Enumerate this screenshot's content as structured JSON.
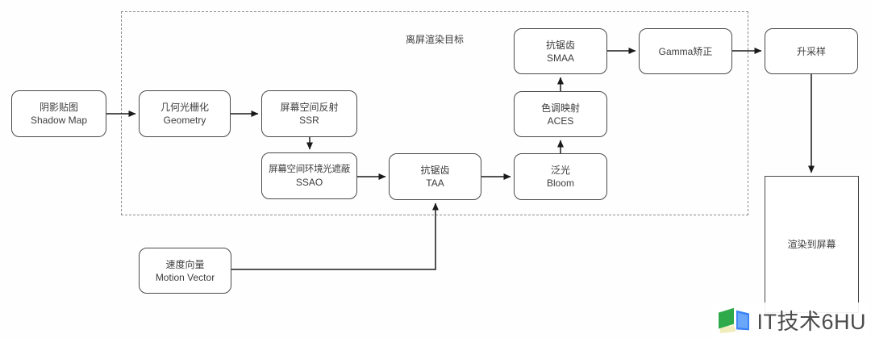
{
  "diagram": {
    "offscreen_group_label": "离屏渲染目标",
    "nodes": [
      {
        "id": "shadow-map",
        "zh": "阴影贴图",
        "en": "Shadow Map"
      },
      {
        "id": "geometry",
        "zh": "几何光栅化",
        "en": "Geometry"
      },
      {
        "id": "ssr",
        "zh": "屏幕空间反射",
        "en": "SSR"
      },
      {
        "id": "ssao",
        "zh": "屏幕空间环境光遮蔽",
        "en": "SSAO"
      },
      {
        "id": "taa",
        "zh": "抗锯齿",
        "en": "TAA"
      },
      {
        "id": "bloom",
        "zh": "泛光",
        "en": "Bloom"
      },
      {
        "id": "aces",
        "zh": "色调映射",
        "en": "ACES"
      },
      {
        "id": "smaa",
        "zh": "抗锯齿",
        "en": "SMAA"
      },
      {
        "id": "gamma-correction",
        "zh": "Gamma矫正"
      },
      {
        "id": "upsample",
        "zh": "升采样"
      },
      {
        "id": "render-to-screen",
        "zh": "渲染到屏幕"
      },
      {
        "id": "motion-vector",
        "zh": "速度向量",
        "en": "Motion Vector"
      }
    ],
    "edges": [
      {
        "from": "shadow-map",
        "to": "geometry"
      },
      {
        "from": "geometry",
        "to": "ssr"
      },
      {
        "from": "ssr",
        "to": "ssao"
      },
      {
        "from": "ssao",
        "to": "taa"
      },
      {
        "from": "taa",
        "to": "bloom"
      },
      {
        "from": "bloom",
        "to": "aces"
      },
      {
        "from": "aces",
        "to": "smaa"
      },
      {
        "from": "smaa",
        "to": "gamma-correction"
      },
      {
        "from": "gamma-correction",
        "to": "upsample"
      },
      {
        "from": "upsample",
        "to": "render-to-screen"
      },
      {
        "from": "motion-vector",
        "to": "taa"
      }
    ],
    "colors": {
      "node_stroke": "#4a4a4a",
      "text": "#3d3d3d",
      "group_border": "#8b8b8b",
      "arrow": "#1a1a1a",
      "watermark_green": "#2faa4a",
      "watermark_blue": "#3b82f6"
    },
    "watermark": {
      "logo": "open-book-logo",
      "text": "IT技术6HU"
    }
  }
}
